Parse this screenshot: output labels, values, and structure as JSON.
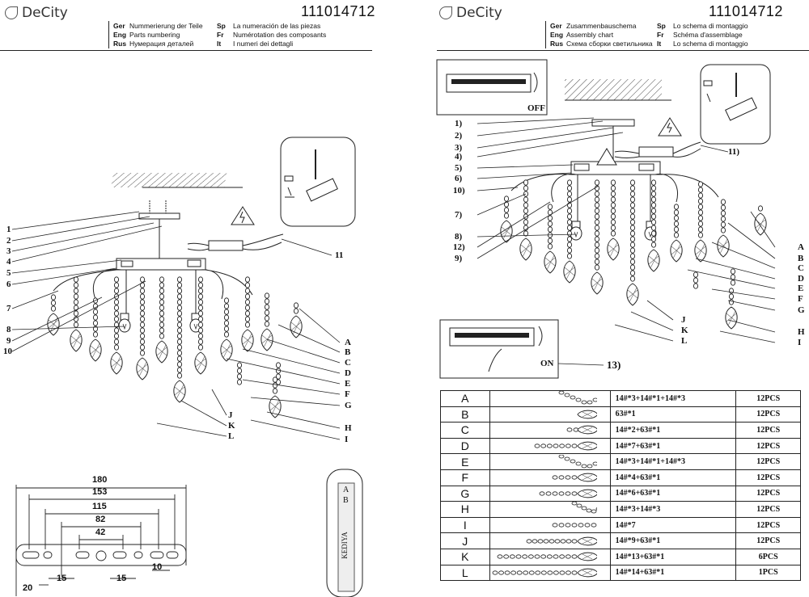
{
  "brand": "DeCity",
  "article": "111014712",
  "left_header": {
    "col1": [
      {
        "code": "Ger",
        "text": "Nummerierung der Teile"
      },
      {
        "code": "Eng",
        "text": "Parts numbering"
      },
      {
        "code": "Rus",
        "text": "Нумерация деталей"
      }
    ],
    "col2": [
      {
        "code": "Sp",
        "text": "La numeración de las piezas"
      },
      {
        "code": "Fr",
        "text": "Numérotation des composants"
      },
      {
        "code": "It",
        "text": "I numeri dei dettagli"
      }
    ]
  },
  "right_header": {
    "col1": [
      {
        "code": "Ger",
        "text": "Zusammenbauschema"
      },
      {
        "code": "Eng",
        "text": "Assembly chart"
      },
      {
        "code": "Rus",
        "text": "Схема сборки светильника"
      }
    ],
    "col2": [
      {
        "code": "Sp",
        "text": "Lo schema di montaggio"
      },
      {
        "code": "Fr",
        "text": "Schéma d'assemblage"
      },
      {
        "code": "It",
        "text": "Lo schema di montaggio"
      }
    ]
  },
  "left_callouts": [
    "1",
    "2",
    "3",
    "4",
    "5",
    "6",
    "7",
    "8",
    "9",
    "10",
    "11"
  ],
  "left_letters": [
    "A",
    "B",
    "C",
    "D",
    "E",
    "F",
    "G",
    "H",
    "I",
    "J",
    "K",
    "L"
  ],
  "right_callouts": [
    "1)",
    "2)",
    "3)",
    "4)",
    "5)",
    "6)",
    "10)",
    "7)",
    "8)",
    "12)",
    "9)",
    "11)",
    "13)"
  ],
  "switch_off": "OFF",
  "switch_on": "ON",
  "dimensions": {
    "d180": "180",
    "d153": "153",
    "d115": "115",
    "d82": "82",
    "d42": "42",
    "d20": "20",
    "d15a": "15",
    "d15b": "15",
    "d10": "10"
  },
  "remote": {
    "a": "A",
    "b": "B",
    "brand": "KEDIYA"
  },
  "parts": [
    {
      "letter": "A",
      "spec": "14#*3+14#*1+14#*3",
      "qty": "12PCS",
      "kind": "v"
    },
    {
      "letter": "B",
      "spec": "63#*1",
      "qty": "12PCS",
      "kind": "drop"
    },
    {
      "letter": "C",
      "spec": "14#*2+63#*1",
      "qty": "12PCS",
      "kind": "chain2"
    },
    {
      "letter": "D",
      "spec": "14#*7+63#*1",
      "qty": "12PCS",
      "kind": "chain7"
    },
    {
      "letter": "E",
      "spec": "14#*3+14#*1+14#*3",
      "qty": "12PCS",
      "kind": "v"
    },
    {
      "letter": "F",
      "spec": "14#*4+63#*1",
      "qty": "12PCS",
      "kind": "chain4"
    },
    {
      "letter": "G",
      "spec": "14#*6+63#*1",
      "qty": "12PCS",
      "kind": "chain6"
    },
    {
      "letter": "H",
      "spec": "14#*3+14#*3",
      "qty": "12PCS",
      "kind": "v2"
    },
    {
      "letter": "I",
      "spec": "14#*7",
      "qty": "12PCS",
      "kind": "chainonly"
    },
    {
      "letter": "J",
      "spec": "14#*9+63#*1",
      "qty": "12PCS",
      "kind": "chain9"
    },
    {
      "letter": "K",
      "spec": "14#*13+63#*1",
      "qty": "6PCS",
      "kind": "chain13"
    },
    {
      "letter": "L",
      "spec": "14#*14+63#*1",
      "qty": "1PCS",
      "kind": "chain14"
    }
  ]
}
